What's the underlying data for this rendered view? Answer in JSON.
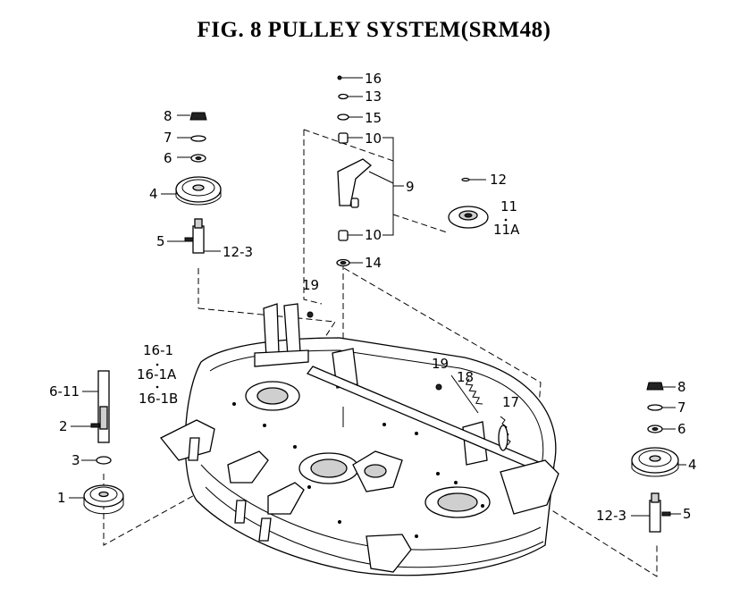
{
  "title": "FIG. 8  PULLEY SYSTEM(SRM48)",
  "callouts": [
    "16",
    "13",
    "15",
    "10",
    "9",
    "10",
    "14",
    "12",
    "11",
    "11A",
    "8",
    "7",
    "6",
    "4",
    "5",
    "12-3",
    "19",
    "19",
    "18",
    "17",
    "16-1",
    "16-1A",
    "16-1B",
    "6-11",
    "2",
    "3",
    "1",
    "8",
    "7",
    "6",
    "4",
    "12-3",
    "5"
  ]
}
